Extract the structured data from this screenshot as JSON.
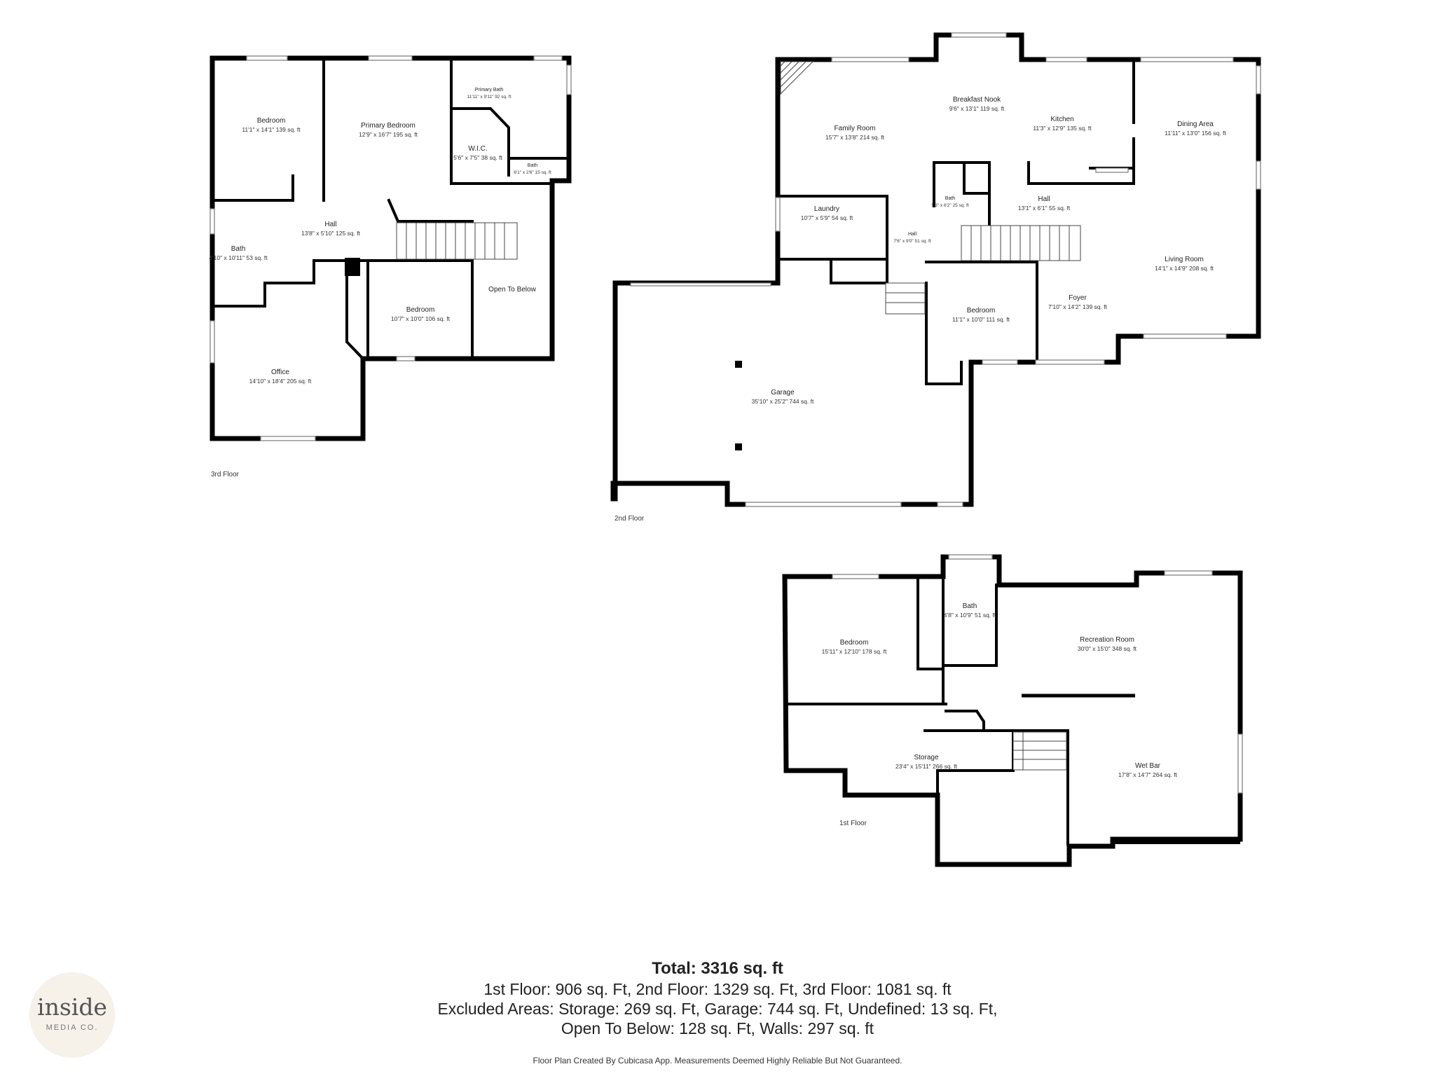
{
  "floors": {
    "third": {
      "label": "3rd Floor",
      "rooms": [
        {
          "key": "bedroom_a",
          "name": "Bedroom",
          "dims": "11'1\" x 14'1\" 139 sq. ft"
        },
        {
          "key": "primary_bedroom",
          "name": "Primary Bedroom",
          "dims": "12'9\" x 16'7\" 195 sq. ft"
        },
        {
          "key": "primary_bath",
          "name": "Primary Bath",
          "dims": "11'11\" x 9'11\" 92 sq. ft"
        },
        {
          "key": "wic",
          "name": "W.I.C.",
          "dims": "5'6\" x 7'5\" 38 sq. ft"
        },
        {
          "key": "bath_small",
          "name": "Bath",
          "dims": "6'1\" x 2'6\" 15 sq. ft"
        },
        {
          "key": "hall",
          "name": "Hall",
          "dims": "13'8\" x 5'10\" 125 sq. ft"
        },
        {
          "key": "bath",
          "name": "Bath",
          "dims": "4'10\" x 10'11\" 53 sq. ft"
        },
        {
          "key": "bedroom_b",
          "name": "Bedroom",
          "dims": "10'7\" x 10'0\" 106 sq. ft"
        },
        {
          "key": "open_to_below",
          "name": "Open To Below",
          "dims": ""
        },
        {
          "key": "office",
          "name": "Office",
          "dims": "14'10\" x 18'4\" 205 sq. ft"
        }
      ]
    },
    "second": {
      "label": "2nd Floor",
      "rooms": [
        {
          "key": "breakfast_nook",
          "name": "Breakfast Nook",
          "dims": "9'6\" x 13'1\" 119 sq. ft"
        },
        {
          "key": "family_room",
          "name": "Family Room",
          "dims": "15'7\" x 13'8\" 214 sq. ft"
        },
        {
          "key": "kitchen",
          "name": "Kitchen",
          "dims": "11'3\" x 12'9\" 135 sq. ft"
        },
        {
          "key": "dining_area",
          "name": "Dining Area",
          "dims": "11'11\" x 13'0\" 156 sq. ft"
        },
        {
          "key": "laundry",
          "name": "Laundry",
          "dims": "10'7\" x 5'9\" 54 sq. ft"
        },
        {
          "key": "bath",
          "name": "Bath",
          "dims": "5'3\" x 6'2\" 25 sq. ft"
        },
        {
          "key": "hall_a",
          "name": "Hall",
          "dims": "13'1\" x 6'1\" 55 sq. ft"
        },
        {
          "key": "hall_b",
          "name": "Hall",
          "dims": "7'6\" x 9'0\" 51 sq. ft"
        },
        {
          "key": "living_room",
          "name": "Living Room",
          "dims": "14'1\" x 14'9\" 208 sq. ft"
        },
        {
          "key": "bedroom",
          "name": "Bedroom",
          "dims": "11'1\" x 10'0\" 111 sq. ft"
        },
        {
          "key": "foyer",
          "name": "Foyer",
          "dims": "7'10\" x 14'2\" 139 sq. ft"
        },
        {
          "key": "garage",
          "name": "Garage",
          "dims": "35'10\" x 25'2\" 744 sq. ft"
        }
      ]
    },
    "first": {
      "label": "1st Floor",
      "rooms": [
        {
          "key": "bath",
          "name": "Bath",
          "dims": "4'8\" x 10'9\" 51 sq. ft"
        },
        {
          "key": "bedroom",
          "name": "Bedroom",
          "dims": "15'11\" x 12'10\" 178 sq. ft"
        },
        {
          "key": "recreation_room",
          "name": "Recreation Room",
          "dims": "30'0\" x 15'0\" 348 sq. ft"
        },
        {
          "key": "storage",
          "name": "Storage",
          "dims": "23'4\" x 15'11\" 266 sq. ft"
        },
        {
          "key": "wet_bar",
          "name": "Wet Bar",
          "dims": "17'8\" x 14'7\" 264 sq. ft"
        }
      ]
    }
  },
  "summary": {
    "total": "Total: 3316 sq. ft",
    "line1": "1st Floor: 906 sq. Ft, 2nd Floor: 1329 sq. Ft, 3rd Floor: 1081 sq. ft",
    "line2": "Excluded Areas: Storage: 269 sq. Ft, Garage: 744 sq. Ft, Undefined: 13 sq. Ft,",
    "line3": "Open To Below: 128 sq. Ft, Walls: 297 sq. ft"
  },
  "disclaimer": "Floor Plan Created By Cubicasa App. Measurements Deemed Highly Reliable But Not Guaranteed.",
  "logo": {
    "word": "inside",
    "sub": "MEDIA CO."
  }
}
